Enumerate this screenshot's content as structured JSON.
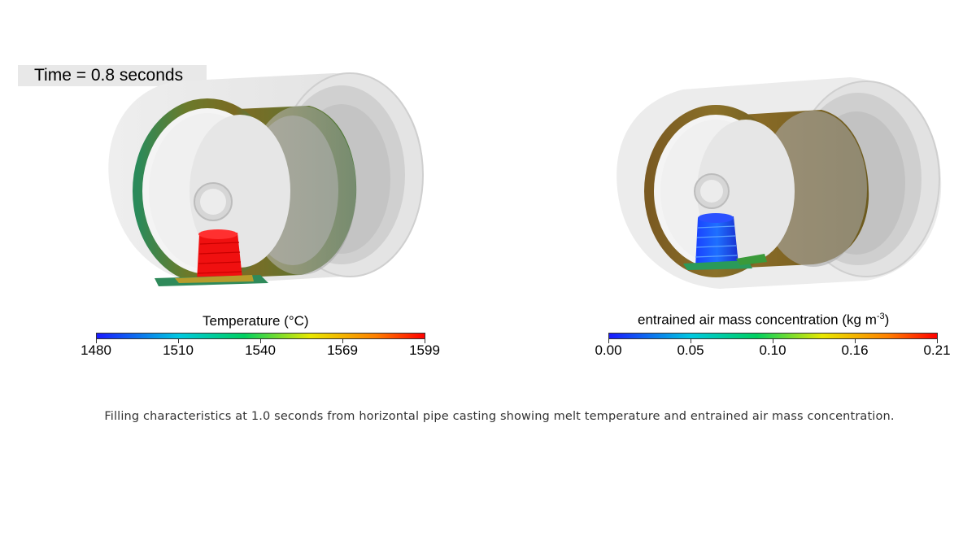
{
  "time_label": "Time = 0.8 seconds",
  "left_panel": {
    "legend_title": "Temperature (°C)",
    "colorbar_ticks": [
      "1480",
      "1510",
      "1540",
      "1569",
      "1599"
    ],
    "colormap": [
      "#1a1aff",
      "#00c8e0",
      "#00d060",
      "#e8e800",
      "#ff8000",
      "#ff0000"
    ]
  },
  "right_panel": {
    "legend_title_main": "entrained air mass concentration (kg m",
    "legend_title_sup": "-3",
    "legend_title_end": ")",
    "colorbar_ticks": [
      "0.00",
      "0.05",
      "0.10",
      "0.16",
      "0.21"
    ],
    "colormap": [
      "#1a1aff",
      "#00c8e0",
      "#00d060",
      "#e8e800",
      "#ff8000",
      "#ff0000"
    ]
  },
  "caption": "Filling characteristics at 1.0 seconds from horizontal pipe casting showing melt temperature and entrained air mass concentration."
}
